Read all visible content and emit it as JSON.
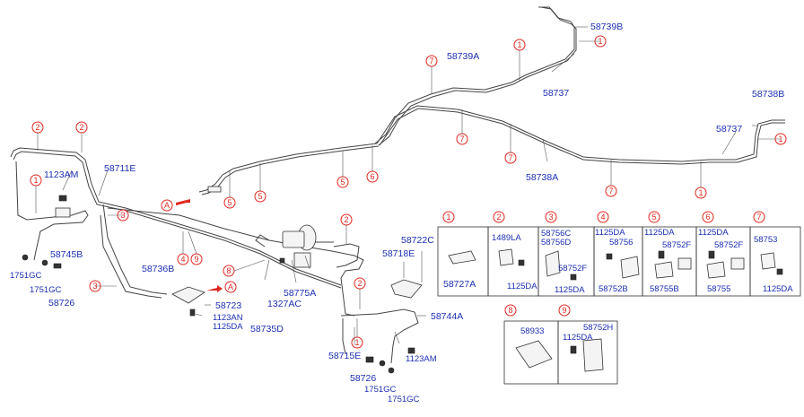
{
  "labels": {
    "p58739B": "58739B",
    "p58739A": "58739A",
    "p58737a": "58737",
    "p58738B": "58738B",
    "p58737b": "58737",
    "p58738A": "58738A",
    "p58711E": "58711E",
    "p1123AM_a": "1123AM",
    "p58745B": "58745B",
    "p1751GC_a": "1751GC",
    "p1751GC_b": "1751GC",
    "p58726_a": "58726",
    "p58736B": "58736B",
    "p58723": "58723",
    "p1123AN": "1123AN",
    "p1125DA_a": "1125DA",
    "p58735D": "58735D",
    "p1327AC": "1327AC",
    "p58775A": "58775A",
    "p58718E": "58718E",
    "p58722C": "58722C",
    "p58744A": "58744A",
    "p58715E": "58715E",
    "p1123AM_b": "1123AM",
    "p58726_b": "58726",
    "p1751GC_c": "1751GC",
    "p1751GC_d": "1751GC"
  },
  "refs": {
    "a1": "A",
    "a2": "A"
  },
  "callouts": {
    "c1": "1",
    "c2": "2",
    "c3": "3",
    "c4": "4",
    "c5": "5",
    "c6": "6",
    "c7": "7",
    "c8": "8",
    "c9": "9"
  },
  "detail_boxes": {
    "b1": {
      "num": "1",
      "parts": [
        "58727A"
      ]
    },
    "b2": {
      "num": "2",
      "parts": [
        "1489LA",
        "1125DA"
      ]
    },
    "b3": {
      "num": "3",
      "parts": [
        "58756C",
        "58756D",
        "58752F",
        "1125DA"
      ]
    },
    "b4": {
      "num": "4",
      "parts": [
        "1125DA",
        "58756",
        "58752B"
      ]
    },
    "b5": {
      "num": "5",
      "parts": [
        "1125DA",
        "58752F",
        "58755B"
      ]
    },
    "b6": {
      "num": "6",
      "parts": [
        "1125DA",
        "58752F",
        "58755"
      ]
    },
    "b7": {
      "num": "7",
      "parts": [
        "58753",
        "1125DA"
      ]
    },
    "b8": {
      "num": "8",
      "parts": [
        "58933"
      ]
    },
    "b9": {
      "num": "9",
      "parts": [
        "58752H",
        "1125DA"
      ]
    }
  },
  "colors": {
    "label_blue": "#1c2fb4",
    "callout_red": "#e0281f",
    "line_gray": "#444444"
  }
}
